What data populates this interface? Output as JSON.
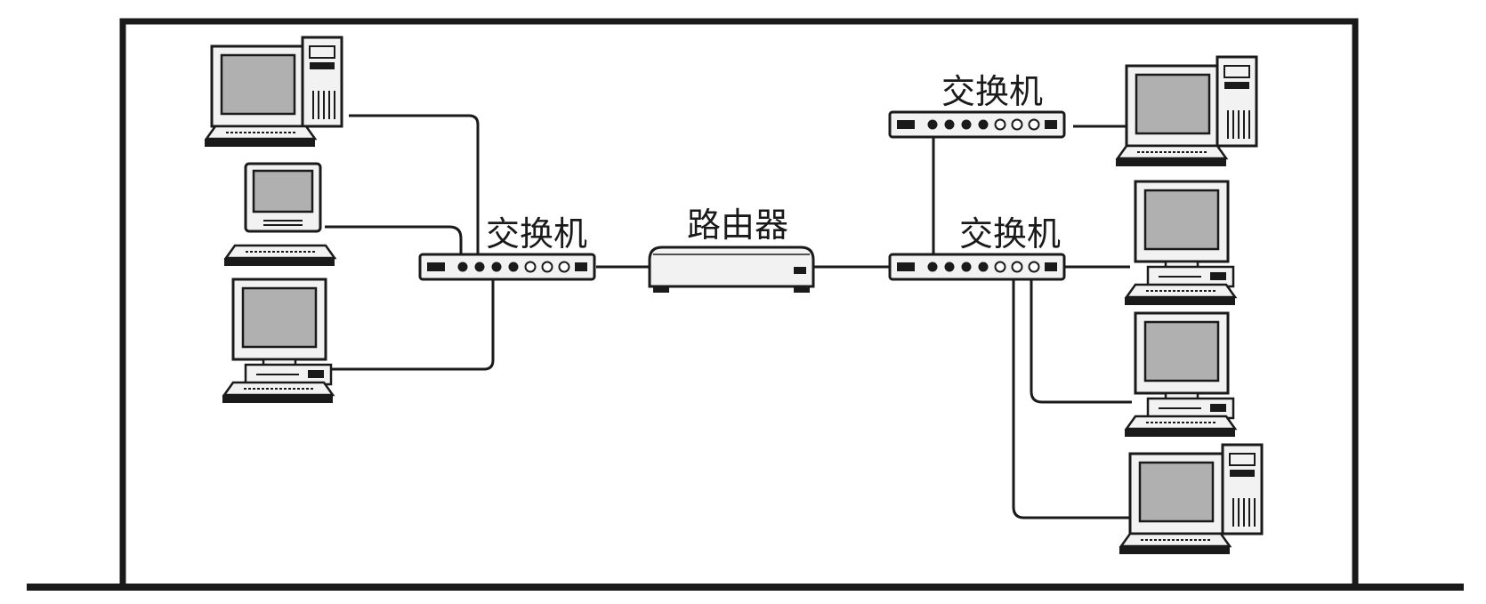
{
  "labels": {
    "switch_left": "交换机",
    "router": "路由器",
    "switch_right_top": "交换机",
    "switch_right_bottom": "交换机"
  },
  "colors": {
    "line": "#1a1a1a",
    "screen": "#b0b0b0",
    "device_body": "#f2f2f2",
    "background": "#ffffff"
  },
  "icons": {
    "pc_tower": "desktop-tower-computer-icon",
    "pc_compact": "compact-computer-icon",
    "pc_desktop": "desktop-computer-icon",
    "switch": "network-switch-icon",
    "router": "router-icon"
  }
}
